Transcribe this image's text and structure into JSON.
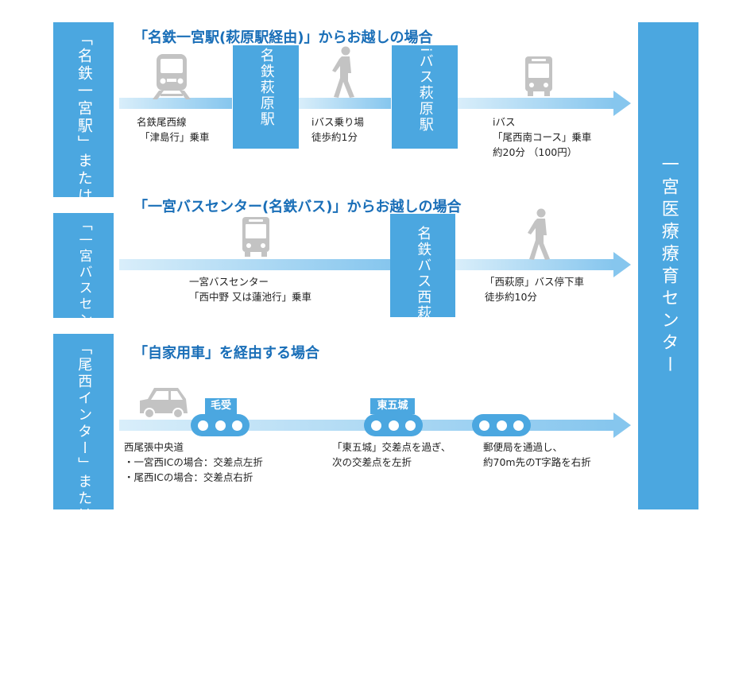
{
  "destination": "一宮医療療育センター",
  "route1": {
    "origin": "「名鉄一宮駅」または「JR一宮駅」",
    "heading": "「名鉄一宮駅(萩原駅経由)」からお越しの場合",
    "station1": "名鉄萩原駅",
    "station2": "iバス萩原駅",
    "note1_line1": "名鉄尾西線",
    "note1_line2": "「津島行」乗車",
    "note2_line1": "iバス乗り場",
    "note2_line2": "徒歩約1分",
    "note3_line1": "iバス",
    "note3_line2": "「尾西南コース」乗車",
    "note3_line3": "約20分 （100円）"
  },
  "route2": {
    "origin": "「一宮バスセンター」",
    "heading": "「一宮バスセンター(名鉄バス)」からお越しの場合",
    "station": "名鉄バス西萩原",
    "note1_line1": "一宮バスセンター",
    "note1_line2": "「西中野 又は蓮池行」乗車",
    "note2_line1": "「西萩原」バス停下車",
    "note2_line2": "徒歩約10分"
  },
  "route3": {
    "origin": "「尾西インター」または「一宮西インター」",
    "heading": "「自家用車」を経由する場合",
    "signal1": "毛受",
    "signal2": "東五城",
    "note1_line1": "西尾張中央道",
    "note1_line2": "・一宮西ICの場合：交差点左折",
    "note1_line3": "・尾西ICの場合：交差点右折",
    "note2_line1": "「東五城」交差点を過ぎ、",
    "note2_line2": "次の交差点を左折",
    "note3_line1": "郵便局を通過し、",
    "note3_line2": "約70m先のT字路を右折"
  },
  "colors": {
    "primary": "#4ba7e0",
    "heading": "#1a6fb8",
    "icon": "#c3c3c3"
  },
  "icons": [
    "train-icon",
    "walking-person-icon",
    "bus-icon",
    "car-icon",
    "traffic-signal-icon"
  ]
}
